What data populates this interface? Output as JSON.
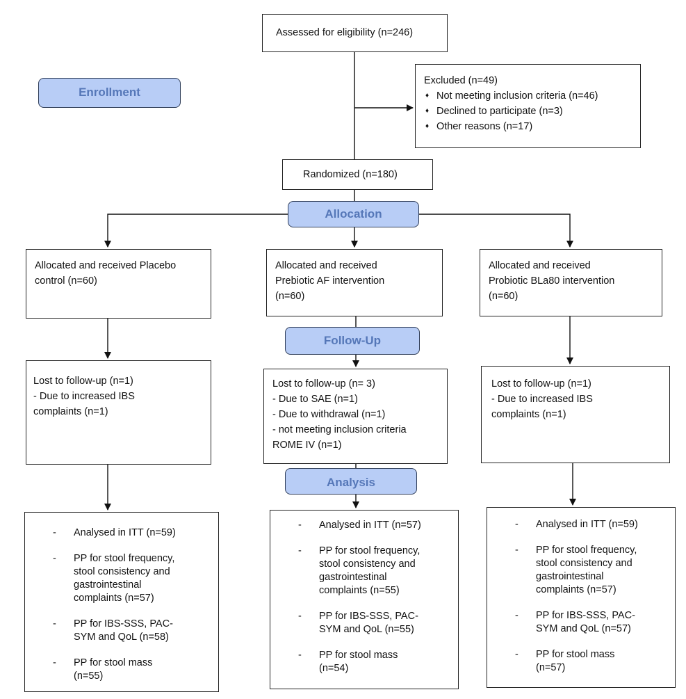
{
  "stages": {
    "enrollment": "Enrollment",
    "allocation": "Allocation",
    "followup": "Follow-Up",
    "analysis": "Analysis"
  },
  "assessed": "Assessed for eligibility (n=246)",
  "excluded": {
    "title": "Excluded  (n=49)",
    "items": [
      "Not meeting inclusion criteria (n=46)",
      "Declined to participate (n=3)",
      "Other reasons (n=17)"
    ]
  },
  "randomized": "Randomized (n=180)",
  "allocated": {
    "placebo": [
      "Allocated and received Placebo",
      "control (n=60)"
    ],
    "prebiotic": [
      "Allocated and received",
      "Prebiotic AF intervention",
      "(n=60)"
    ],
    "probiotic": [
      "Allocated and received",
      "Probiotic BLa80 intervention",
      "(n=60)"
    ]
  },
  "lost": {
    "placebo": [
      "Lost to follow-up (n=1)",
      "- Due to increased IBS",
      "complaints (n=1)"
    ],
    "prebiotic": [
      "Lost to follow-up (n= 3)",
      "- Due to SAE (n=1)",
      "- Due to withdrawal (n=1)",
      "- not meeting inclusion criteria",
      "ROME IV (n=1)"
    ],
    "probiotic": [
      "Lost to follow-up (n=1)",
      "- Due to increased IBS",
      "complaints (n=1)"
    ]
  },
  "analysed": {
    "placebo": [
      "Analysed in ITT (n=59)",
      "PP for stool frequency,\nstool consistency and\ngastrointestinal\ncomplaints (n=57)",
      "PP for IBS-SSS, PAC-\nSYM and QoL (n=58)",
      "PP for stool mass\n(n=55)"
    ],
    "prebiotic": [
      "Analysed in ITT (n=57)",
      "PP for stool frequency,\nstool consistency and\ngastrointestinal\ncomplaints (n=55)",
      "PP for IBS-SSS, PAC-\nSYM and QoL (n=55)",
      "PP for stool mass\n(n=54)"
    ],
    "probiotic": [
      "Analysed in ITT (n=59)",
      "PP for stool frequency,\nstool consistency and\ngastrointestinal\ncomplaints (n=57)",
      "PP for IBS-SSS, PAC-\nSYM and QoL (n=57)",
      "PP for stool mass\n(n=57)"
    ]
  }
}
